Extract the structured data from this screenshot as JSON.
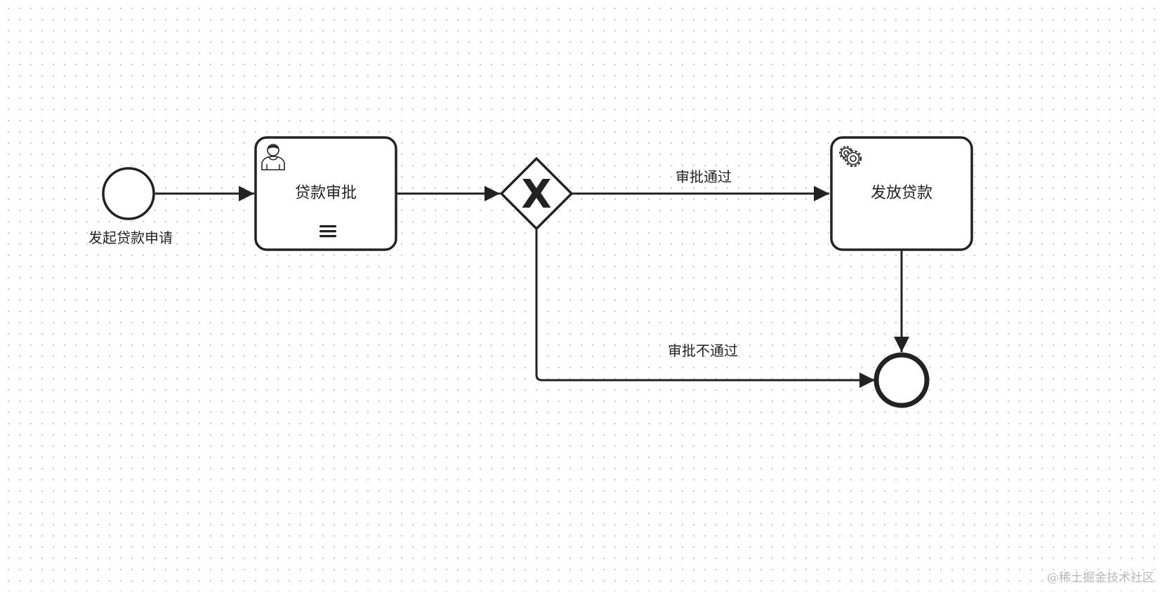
{
  "diagram": {
    "start_event": {
      "label": "发起贷款申请"
    },
    "task_approve": {
      "label": "贷款审批",
      "type": "user-task"
    },
    "gateway": {
      "marker": "X",
      "type": "exclusive-gateway"
    },
    "task_disburse": {
      "label": "发放贷款",
      "type": "service-task"
    },
    "end_event": {
      "label": ""
    },
    "flows": {
      "approved": {
        "label": "审批通过"
      },
      "rejected": {
        "label": "审批不通过"
      }
    }
  },
  "watermark": "@稀土掘金技术社区",
  "colors": {
    "stroke": "#222222",
    "background": "#ffffff",
    "grid_dot": "#c9c9c9",
    "watermark": "#b8b8b8"
  },
  "icons": {
    "user_task": "user-icon",
    "service_task": "gear-icon",
    "task_marker": "hamburger-menu-icon"
  }
}
